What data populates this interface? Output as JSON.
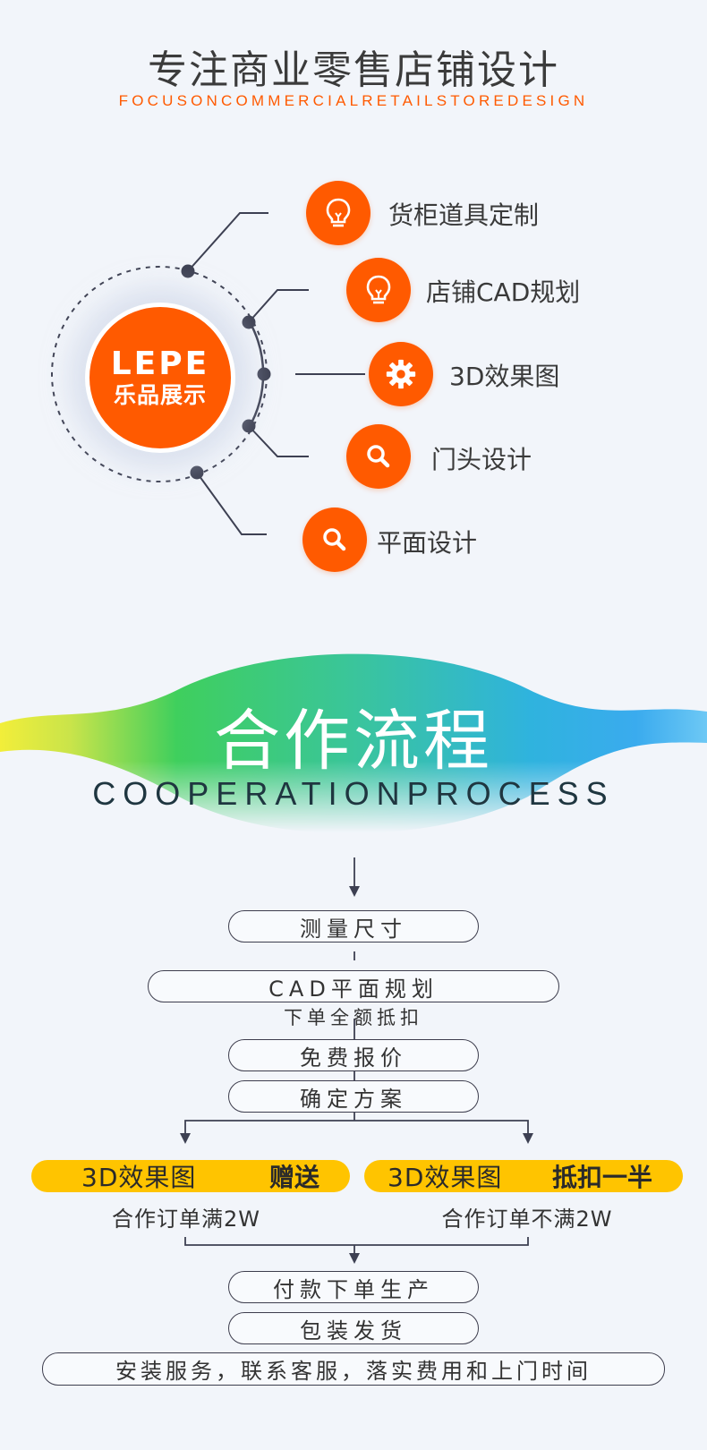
{
  "header": {
    "title": "专注商业零售店铺设计",
    "subtitle": "FOCUSONCOMMERCIALRETAILSTOREDESIGN"
  },
  "logo": {
    "en": "LEPE",
    "cn": "乐品展示"
  },
  "services": [
    {
      "label": "货柜道具定制",
      "icon": "lightbulb-icon"
    },
    {
      "label": "店铺CAD规划",
      "icon": "lightbulb-icon"
    },
    {
      "label": "3D效果图",
      "icon": "gear-icon"
    },
    {
      "label": "门头设计",
      "icon": "search-icon"
    },
    {
      "label": "平面设计",
      "icon": "search-icon"
    }
  ],
  "process": {
    "title": "合作流程",
    "subtitle": "COOPERATIONPROCESS",
    "steps": {
      "measure": "测量尺寸",
      "cad": "CAD平面规划",
      "cad_note": "下单全额抵扣",
      "quote": "免费报价",
      "confirm": "确定方案",
      "produce": "付款下单生产",
      "ship": "包装发货",
      "install": "安装服务，联系客服，落实费用和上门时间"
    },
    "options": [
      {
        "label": "3D效果图",
        "tag": "赠送",
        "condition": "合作订单满2W"
      },
      {
        "label": "3D效果图",
        "tag": "抵扣一半",
        "condition": "合作订单不满2W"
      }
    ]
  },
  "colors": {
    "brand": "#ff5a00",
    "highlight": "#ffc400",
    "line": "#3d4052"
  }
}
